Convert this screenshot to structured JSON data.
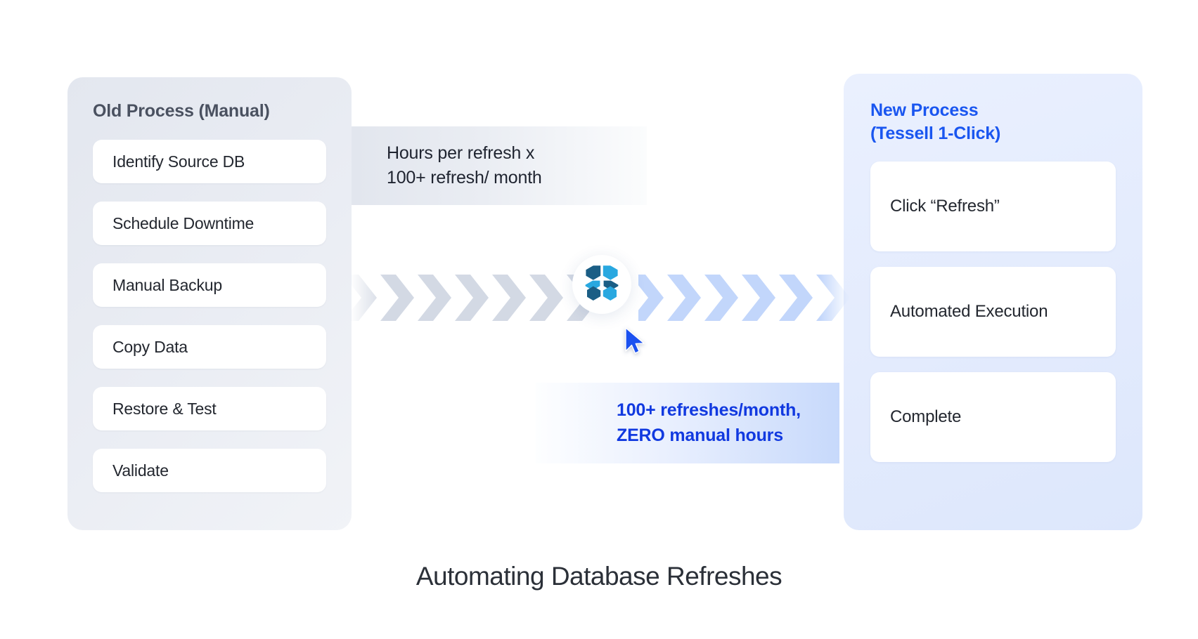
{
  "diagram": {
    "footer_title": "Automating Database Refreshes"
  },
  "old_panel": {
    "title": "Old Process (Manual)",
    "steps": [
      {
        "label": "Identify Source DB"
      },
      {
        "label": "Schedule Downtime"
      },
      {
        "label": "Manual Backup"
      },
      {
        "label": "Copy Data"
      },
      {
        "label": "Restore & Test"
      },
      {
        "label": "Validate"
      }
    ]
  },
  "new_panel": {
    "title_line1": "New Process",
    "title_line2": "(Tessell 1-Click)",
    "steps": [
      {
        "label": "Click “Refresh”"
      },
      {
        "label": "Automated Execution"
      },
      {
        "label": "Complete"
      }
    ]
  },
  "callouts": {
    "manual_cost_line1": "Hours per refresh x",
    "manual_cost_line2": "100+ refresh/ month",
    "automated_gain_line1": "100+ refreshes/month,",
    "automated_gain_line2": "ZERO manual hours"
  },
  "center": {
    "logo_name": "tessell-logo-icon",
    "cursor_name": "mouse-pointer-icon"
  },
  "colors": {
    "brand_blue": "#1a56f0",
    "callout_blue_text": "#1139e0",
    "logo_dark": "#1b5e85",
    "logo_light": "#29a8e0",
    "chevron_gray": "#d3d9e4",
    "chevron_blue": "#c2d6fb",
    "old_panel_bg": "#e7eaf1",
    "new_panel_bg": "#e4ecfd",
    "card_white": "#ffffff",
    "title_text": "#2b3038",
    "old_title_text": "#4a5160"
  }
}
